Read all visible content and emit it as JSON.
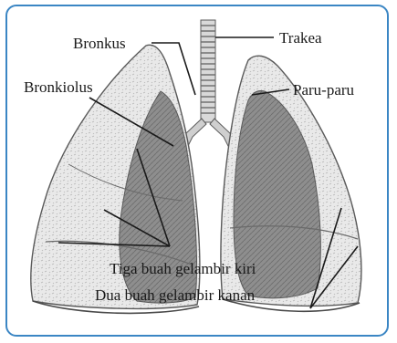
{
  "labels": {
    "trachea": "Trakea",
    "bronchus": "Bronkus",
    "bronchiole": "Bronkiolus",
    "lung": "Paru-paru",
    "left_lobes": "Tiga buah gelambir kiri",
    "right_lobes": "Dua buah gelambir kanan"
  },
  "colors": {
    "frame": "#3b86c4",
    "label_text": "#1a1a1a",
    "lung_fill": "#e6e6e6",
    "lung_inner": "#9a9a9a",
    "outline": "#5a5a5a"
  }
}
